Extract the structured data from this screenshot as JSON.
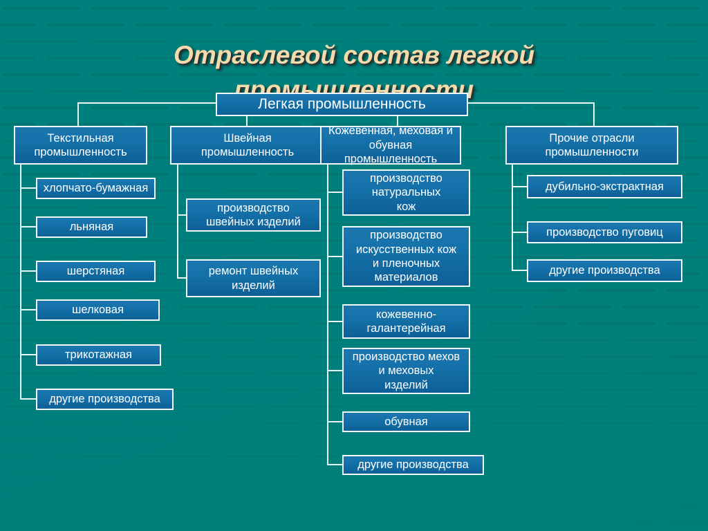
{
  "slide": {
    "title": "Отраслевой состав легкой\nпромышленности"
  },
  "root": {
    "label": "Легкая промышленность"
  },
  "branches": [
    {
      "label": "Текстильная\nпромышленность",
      "children": [
        "хлопчато-бумажная",
        "льняная",
        "шерстяная",
        "шелковая",
        "трикотажная",
        "другие производства"
      ]
    },
    {
      "label": "Швейная\nпромышленность",
      "children": [
        "производство\nшвейных изделий",
        "ремонт швейных\nизделий"
      ]
    },
    {
      "label": "Кожевенная, меховая и\nобувная промышленность",
      "children": [
        "производство\nнатуральных\nкож",
        "производство\nискусственных кож\nи пленочных\nматериалов",
        "кожевенно-\nгалантерейная",
        "производство мехов\nи меховых\nизделий",
        "обувная",
        "другие производства"
      ]
    },
    {
      "label": "Прочие отрасли\nпромышленности",
      "children": [
        "дубильно-экстрактная",
        "производство пуговиц",
        "другие производства"
      ]
    }
  ],
  "colors": {
    "background": "#00807c",
    "background_dash": "#036e6b",
    "box_fill": "#1470a8",
    "box_border": "#f2fbff",
    "box_text": "#ffffff",
    "connector": "#eaf7f7",
    "title_text": "#f3dbad",
    "title_shadow": "#3c1f1f"
  }
}
